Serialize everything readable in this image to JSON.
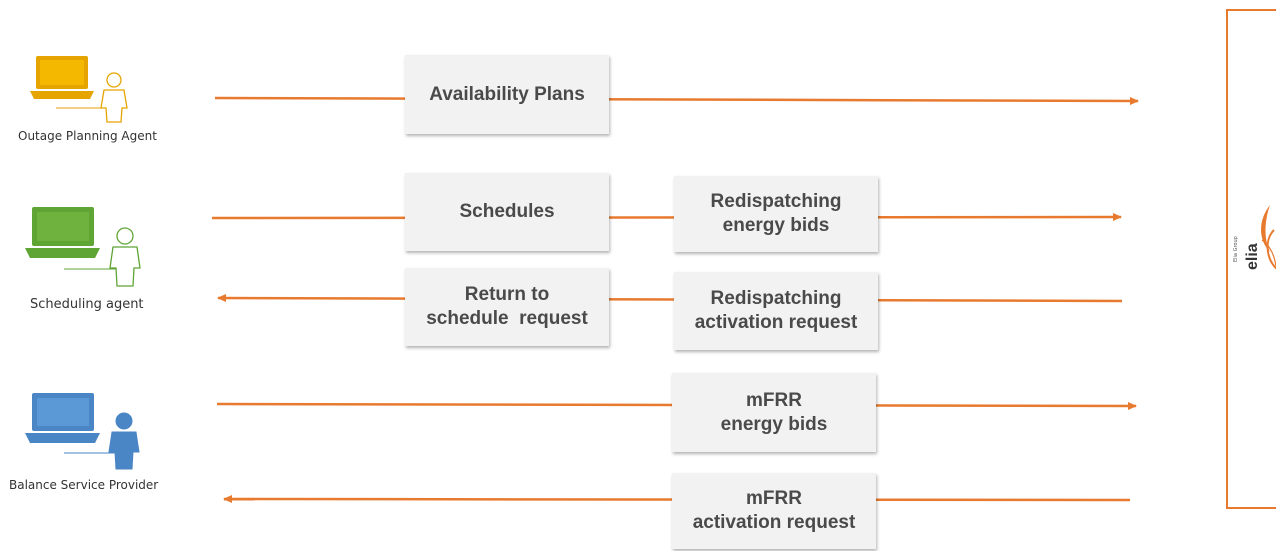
{
  "actors": [
    {
      "name": "outage-planning-agent",
      "label": "Outage Planning Agent",
      "color": "#e6a400"
    },
    {
      "name": "scheduling-agent",
      "label": "Scheduling agent",
      "color": "#5fa536"
    },
    {
      "name": "balance-service-provider",
      "label": "Balance Service Provider",
      "color": "#4a86c5"
    }
  ],
  "messages": {
    "availability_plans": [
      "Availability Plans"
    ],
    "schedules": [
      "Schedules"
    ],
    "redispatching_bids": [
      "Redispatching",
      "energy bids"
    ],
    "return_to_schedule": [
      "Return to",
      "schedule  request"
    ],
    "redispatching_activation": [
      "Redispatching",
      "activation request"
    ],
    "mfrr_bids": [
      "mFRR",
      "energy bids"
    ],
    "mfrr_activation": [
      "mFRR",
      "activation request"
    ]
  },
  "tso": {
    "logo_text": "elia",
    "logo_subtext": "Elia Group",
    "accent": "#e87a2f"
  },
  "colors": {
    "arrow": "#e87a2f",
    "box": "#f2f2f2",
    "box_text": "#4a4a4a"
  }
}
